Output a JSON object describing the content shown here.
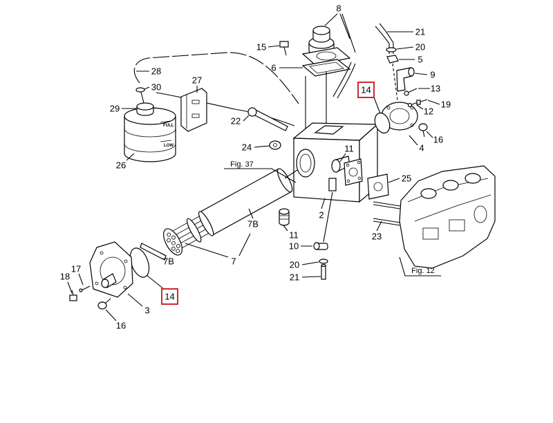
{
  "diagram": {
    "callouts": {
      "c8": "8",
      "c21_top": "21",
      "c15": "15",
      "c20_top": "20",
      "c5": "5",
      "c6": "6",
      "c28": "28",
      "c27": "27",
      "c9": "9",
      "c30": "30",
      "c14_right": "14",
      "c13": "13",
      "c29": "29",
      "c12": "12",
      "c19": "19",
      "c22": "22",
      "c11_top": "11",
      "c24": "24",
      "c16_right": "16",
      "c26": "26",
      "c4": "4",
      "c25": "25",
      "c2": "2",
      "c7b_upper": "7B",
      "c11_lower": "11",
      "c23": "23",
      "c10": "10",
      "c7": "7",
      "c18": "18",
      "c17": "17",
      "c20_lower": "20",
      "c7b_lower": "7B",
      "c21_lower": "21",
      "c3": "3",
      "c14_left": "14",
      "c16_left": "16"
    },
    "figure_refs": {
      "fig37": "Fig. 37",
      "fig12": "Fig. 12"
    },
    "tank_marks": {
      "full": "FULL",
      "low": "LOW"
    },
    "colors": {
      "background": "#ffffff",
      "line": "#000000",
      "highlight": "#cc2a2a"
    }
  }
}
